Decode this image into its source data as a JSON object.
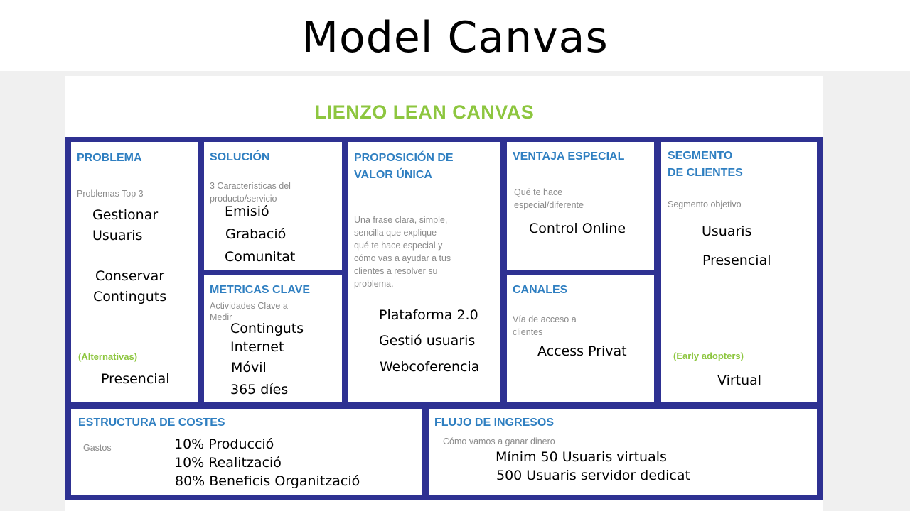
{
  "slide": {
    "title": "Model Canvas"
  },
  "canvas": {
    "heading": "LIENZO LEAN CANVAS",
    "problema": {
      "header": "PROBLEMA",
      "subtitle": "Problemas Top 3",
      "items": [
        "Gestionar",
        "Usuaris",
        "Conservar",
        "Continguts"
      ],
      "alternatives_label": "(Alternativas)",
      "alternatives_value": "Presencial"
    },
    "solucion": {
      "header": "SOLUCIÓN",
      "subtitle_line1": "3 Características del",
      "subtitle_line2": "producto/servicio",
      "items": [
        "Emisió",
        "Grabació",
        "Comunitat"
      ]
    },
    "metricas": {
      "header": "METRICAS CLAVE",
      "subtitle_line1": "Actividades Clave a",
      "subtitle_line2": "Medir",
      "items": [
        "Continguts",
        "Internet",
        "Móvil",
        "365 díes"
      ]
    },
    "propuesta": {
      "header_line1": "PROPOSICIÓN DE",
      "header_line2": "VALOR ÚNICA",
      "description": [
        "Una frase clara, simple,",
        "sencilla que explique",
        "qué te hace especial y",
        "cómo vas a ayudar a tus",
        "clientes a resolver su",
        "problema."
      ],
      "items": [
        "Plataforma 2.0",
        "Gestió usuaris",
        "Webcoferencia"
      ]
    },
    "ventaja": {
      "header": "VENTAJA ESPECIAL",
      "subtitle_line1": "Qué te hace",
      "subtitle_line2": "especial/diferente",
      "items": [
        "Control Online"
      ]
    },
    "canales": {
      "header": "CANALES",
      "subtitle_line1": "Vía de acceso a",
      "subtitle_line2": "clientes",
      "items": [
        "Access Privat"
      ]
    },
    "segmento": {
      "header_line1": "SEGMENTO",
      "header_line2": "DE CLIENTES",
      "subtitle": "Segmento objetivo",
      "items": [
        "Usuaris",
        "Presencial"
      ],
      "early_label": "(Early adopters)",
      "early_value": "Virtual"
    },
    "costes": {
      "header": "ESTRUCTURA DE COSTES",
      "subtitle": "Gastos",
      "items": [
        "10% Producció",
        "10% Realització",
        "80% Beneficis Organització"
      ]
    },
    "ingresos": {
      "header": "FLUJO DE INGRESOS",
      "subtitle": "Cómo vamos a ganar dinero",
      "items": [
        "Mínim 50 Usuaris virtuals",
        "500 Usuaris servidor dedicat"
      ]
    }
  },
  "colors": {
    "border": "#2e3192",
    "header_blue": "#2f7fc1",
    "accent_green": "#8dc63f",
    "subtitle_gray": "#8a8a8a"
  }
}
